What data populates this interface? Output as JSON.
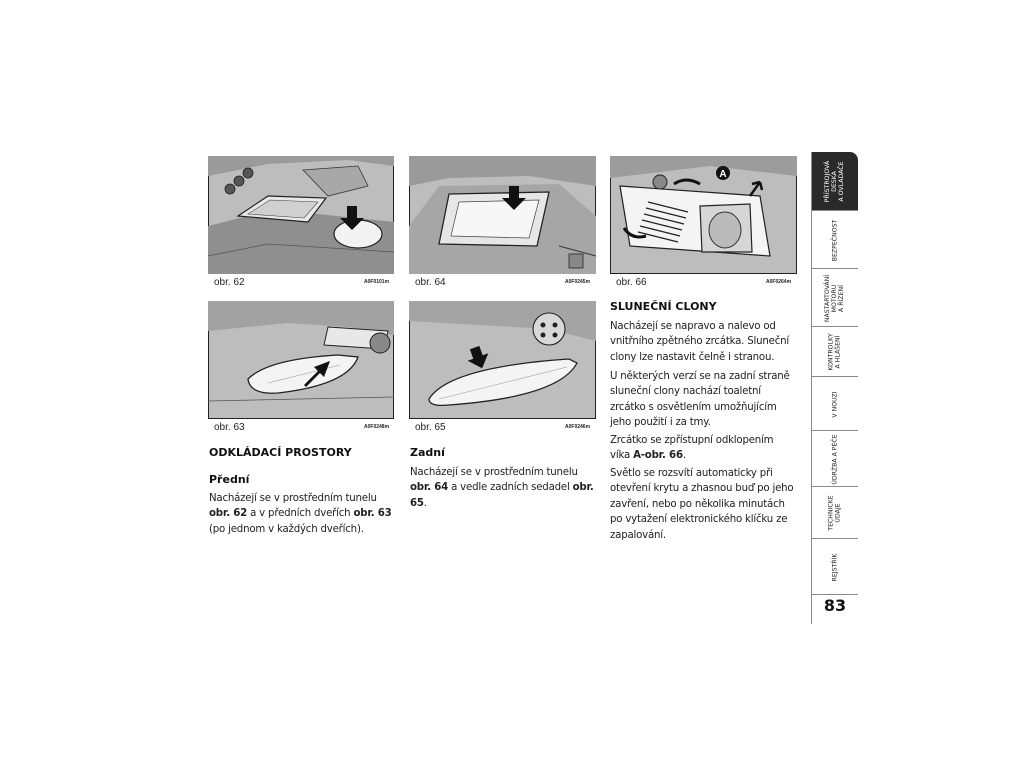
{
  "figures": {
    "f62": {
      "caption": "obr. 62",
      "code": "A0F0101m"
    },
    "f64": {
      "caption": "obr. 64",
      "code": "A0F0245m"
    },
    "f66": {
      "caption": "obr. 66",
      "code": "A0F0264m",
      "marker": "A"
    },
    "f63": {
      "caption": "obr. 63",
      "code": "A0F0248m"
    },
    "f65": {
      "caption": "obr. 65",
      "code": "A0F0246m"
    }
  },
  "left": {
    "heading": "ODKLÁDACÍ PROSTORY",
    "subheading": "Přední",
    "p1": "Nacházejí se v prostředním tunelu ",
    "p1_ref1": "obr. 62",
    "p1_mid": " a v předních dveřích ",
    "p1_ref2": "obr. 63",
    "p1_end": " (po jednom v každých dveřích)."
  },
  "middle": {
    "subheading": "Zadní",
    "p1": "Nacházejí se v prostředním tunelu ",
    "p1_ref1": "obr. 64",
    "p1_mid": " a vedle zadních sedadel ",
    "p1_ref2": "obr. 65",
    "p1_end": "."
  },
  "right": {
    "heading": "SLUNEČNÍ CLONY",
    "p1": "Nacházejí se napravo a nalevo od vnitřního zpětného zrcátka. Sluneční clony lze nastavit čelně i stranou.",
    "p2": "U některých verzí se na zadní straně sluneční clony nachází toaletní zrcátko s osvětlením umožňujícím jeho použití i za tmy.",
    "p3": "Zrcátko se zpřístupní odklopením víka ",
    "p3_ref": "A-obr. 66",
    "p3_end": ".",
    "p4": "Světlo se rozsvítí automaticky při otevření krytu a zhasnou buď po jeho zavření, nebo po několika minutách po vytažení elektronického klíčku ze zapalování."
  },
  "tabs": [
    {
      "label": "PŘÍSTROJOVÁ\nDESKA\nA OVLADAČE",
      "active": true
    },
    {
      "label": "BEZPEČNOST",
      "active": false
    },
    {
      "label": "NASTARTOVÁNÍ\nMOTORU\nA ŘÍZENÍ",
      "active": false
    },
    {
      "label": "KONTROLKY\nA HLÁŠENÍ",
      "active": false
    },
    {
      "label": "V NOUZI",
      "active": false
    },
    {
      "label": "ÚDRŽBA A PÉČE",
      "active": false
    },
    {
      "label": "TECHNICKÉ\nÚDAJE",
      "active": false
    },
    {
      "label": "REJSTŘÍK",
      "active": false
    }
  ],
  "page_number": "83"
}
